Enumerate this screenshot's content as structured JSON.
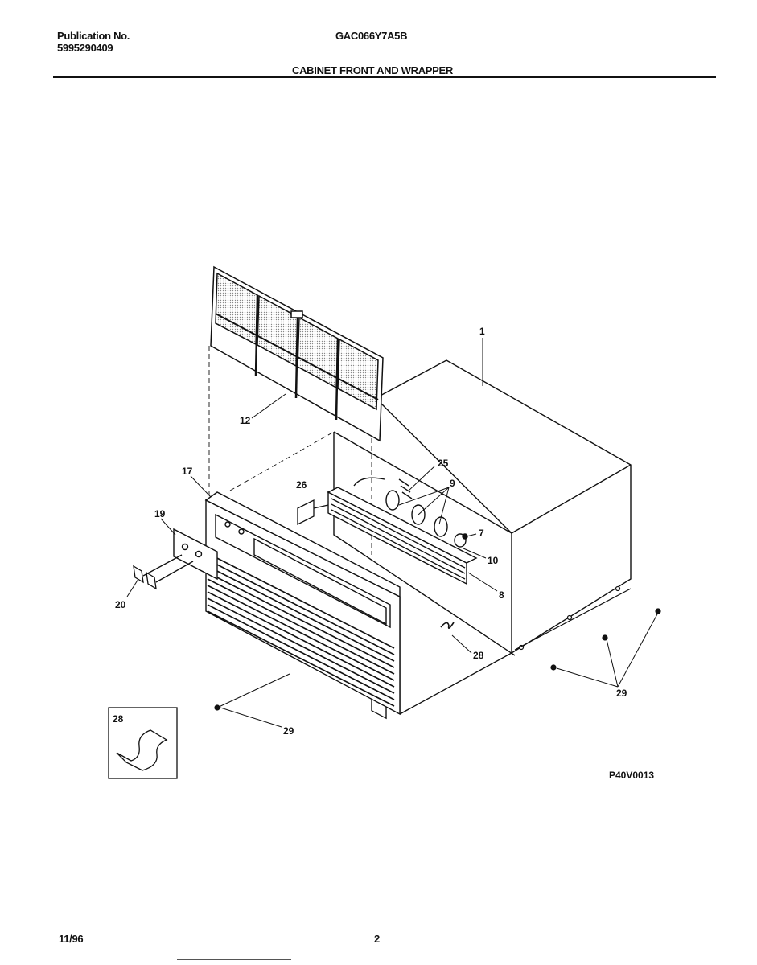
{
  "header": {
    "publication_label": "Publication No.",
    "publication_number": "5995290409",
    "model": "GAC066Y7A5B",
    "section_title": "CABINET FRONT AND WRAPPER"
  },
  "diagram": {
    "code": "P40V0013",
    "callouts": {
      "c1": "1",
      "c12": "12",
      "c17": "17",
      "c19": "19",
      "c20": "20",
      "c25": "25",
      "c26": "26",
      "c9": "9",
      "c7": "7",
      "c10": "10",
      "c8": "8",
      "c28a": "28",
      "c28b": "28",
      "c29a": "29",
      "c29b": "29"
    }
  },
  "footer": {
    "date": "11/96",
    "page": "2"
  }
}
